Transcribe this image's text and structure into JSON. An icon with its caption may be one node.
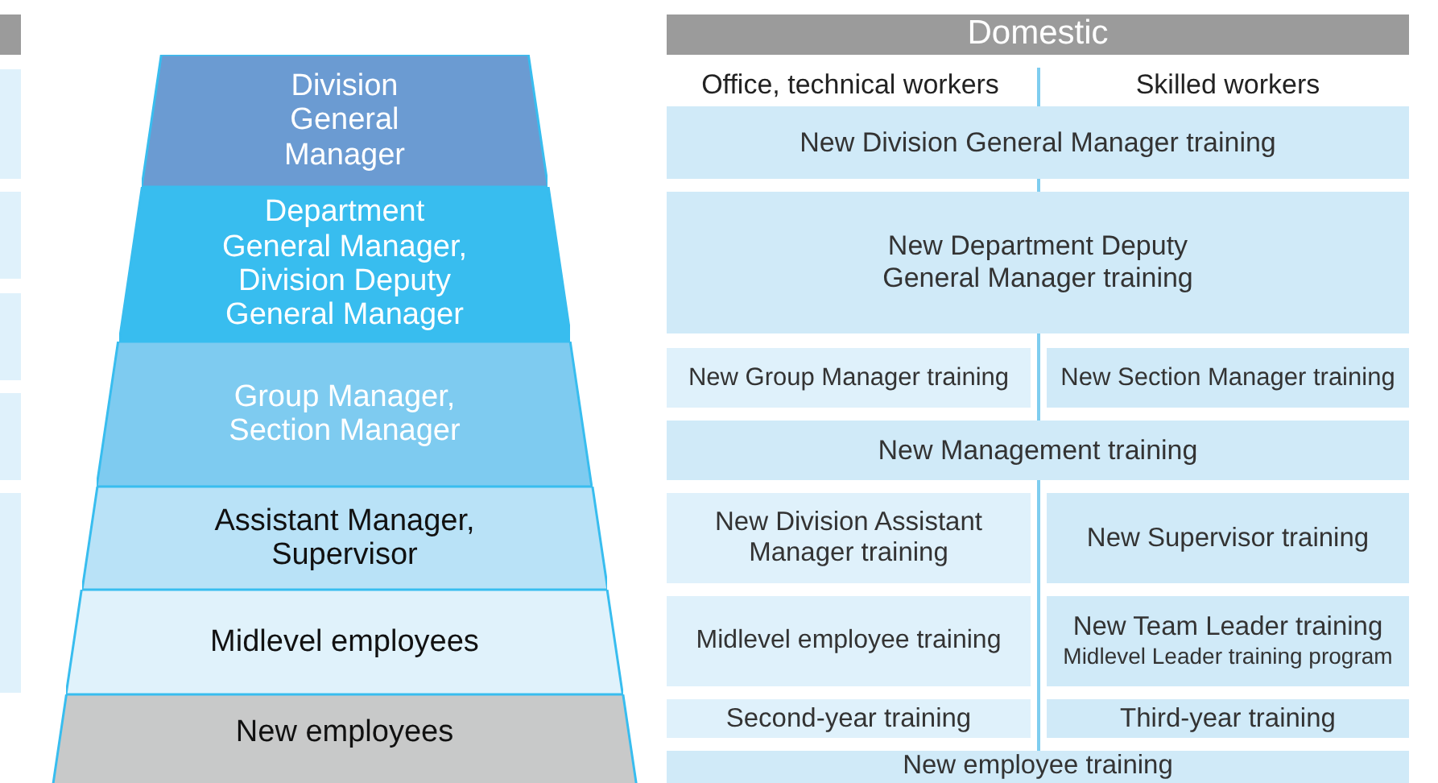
{
  "diagram": {
    "nodes": [
      {
        "text": [],
        "shape": "box"
      },
      {
        "text": [],
        "shape": "box"
      },
      {
        "text": [],
        "shape": "box"
      },
      {
        "text": [],
        "shape": "box"
      },
      {
        "text": [],
        "shape": "box"
      },
      {
        "text": [],
        "shape": "box"
      },
      {
        "text": [
          "Division General Manager"
        ]
      },
      {
        "text": [
          "Department General Manager, Division Deputy General Manager"
        ]
      },
      {
        "text": [
          "Group Manager, Section Manager"
        ]
      },
      {
        "text": [
          "Assistant Manager, Supervisor"
        ]
      },
      {
        "text": [
          "Midlevel employees"
        ]
      },
      {
        "text": [
          "New employees"
        ]
      },
      {
        "text": [
          "Domestic"
        ]
      },
      {
        "text": [
          "New Division General Manager training"
        ]
      },
      {
        "text": [
          "New Department Deputy General Manager training"
        ]
      },
      {
        "text": [
          "New Group Manager training"
        ]
      },
      {
        "text": [
          "New Section Manager training"
        ]
      },
      {
        "text": [
          "New Management training"
        ]
      },
      {
        "text": [
          "New Division Assistant Manager training"
        ]
      },
      {
        "text": [
          "New Supervisor training"
        ]
      },
      {
        "text": [
          "Midlevel employee training"
        ]
      },
      {
        "text": [
          "New Team Leader training",
          "Midlevel Leader training program"
        ]
      },
      {
        "text": [
          "Second-year training"
        ]
      },
      {
        "text": [
          "Third-year training"
        ]
      },
      {
        "text": [
          "New employee training"
        ]
      }
    ],
    "labels": [
      "Office, technical workers",
      "Skilled workers"
    ]
  }
}
